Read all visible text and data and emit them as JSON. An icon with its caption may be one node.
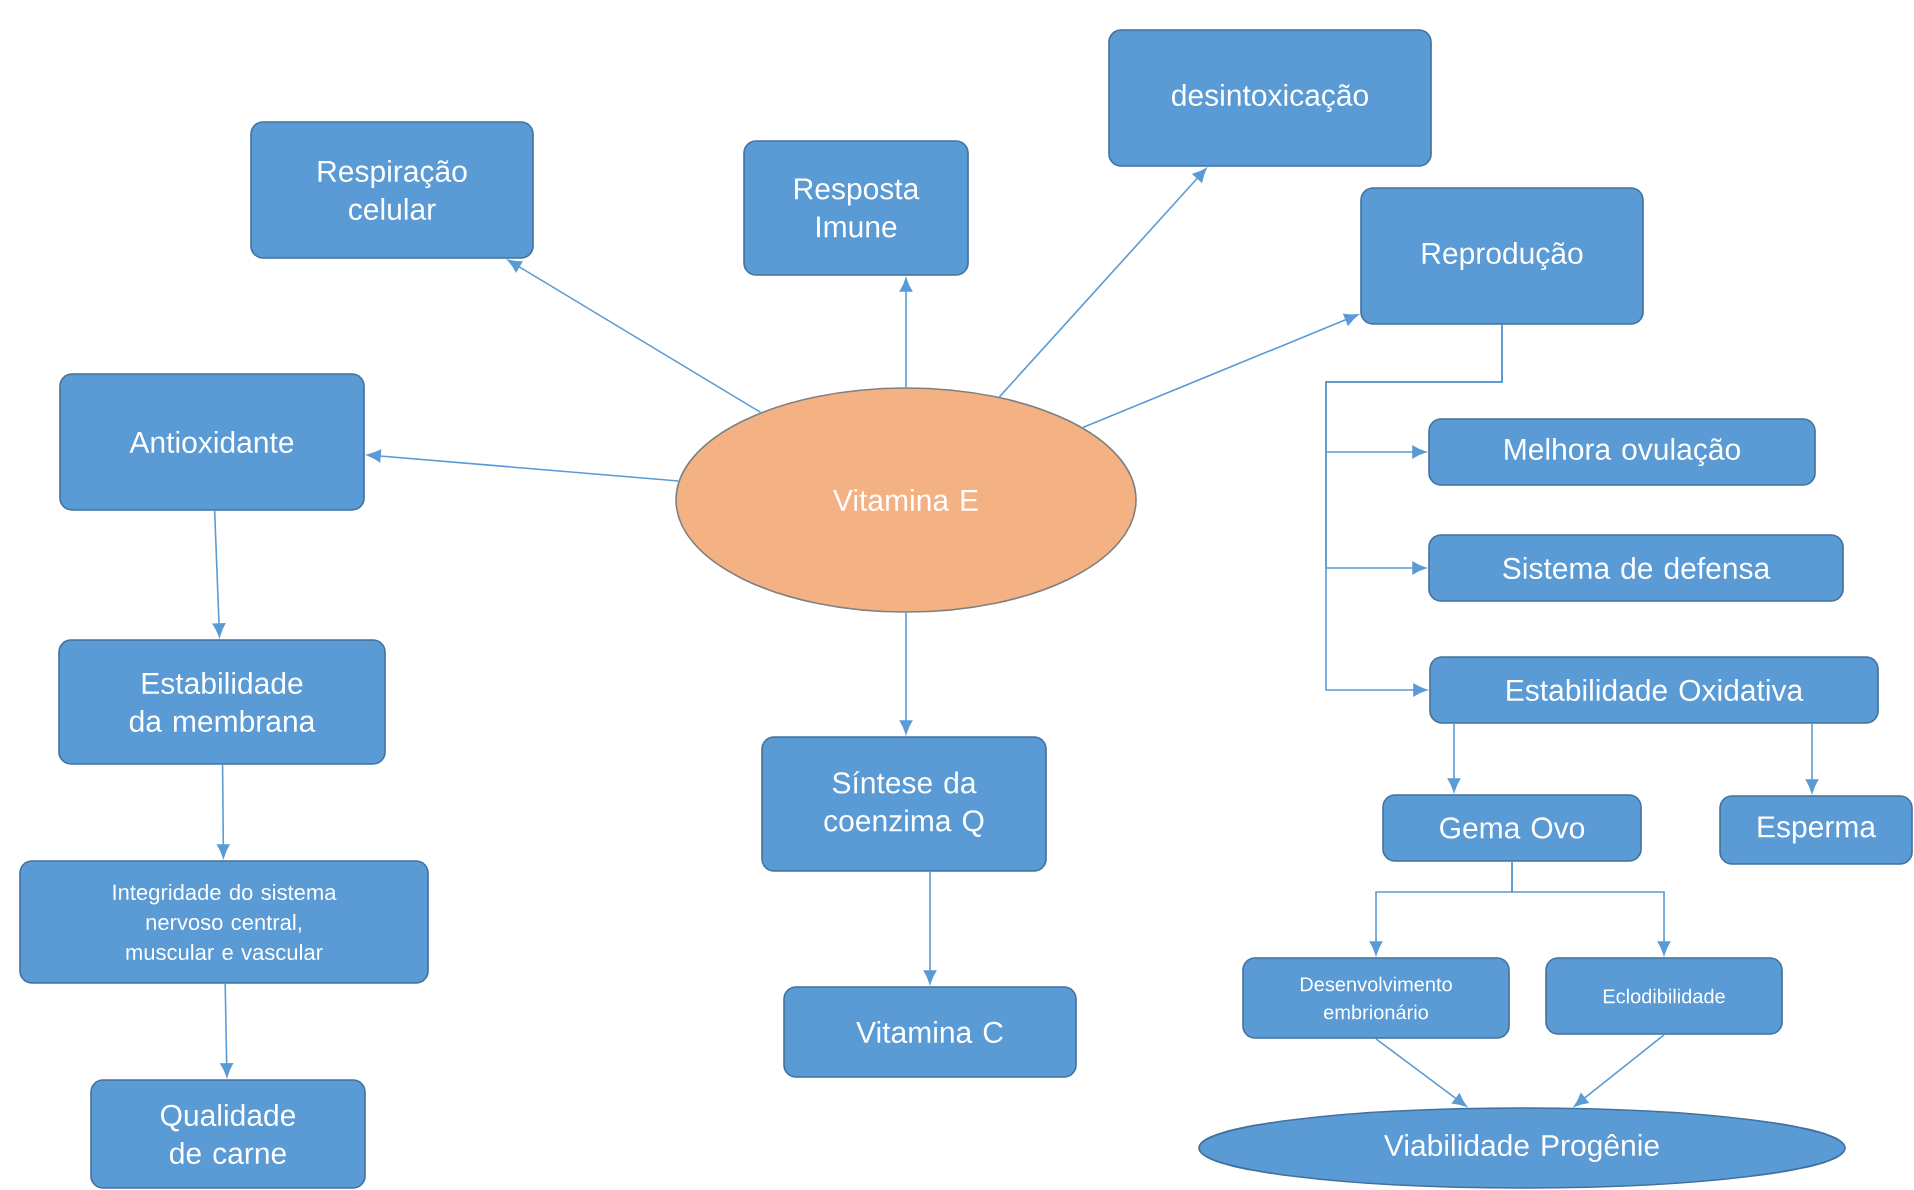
{
  "diagram": {
    "nodes": [
      {
        "text": [
          "Vitamina E"
        ]
      },
      {
        "text": [
          "Respiração celular"
        ]
      },
      {
        "text": [
          "Resposta Imune"
        ]
      },
      {
        "text": [
          "desintoxicação"
        ]
      },
      {
        "text": [
          "Reprodução"
        ]
      },
      {
        "text": [
          "Antioxidante"
        ]
      },
      {
        "text": [
          "Estabilidade da membrana"
        ]
      },
      {
        "text": [
          "Integridade do sistema nervoso central, muscular e vascular"
        ]
      },
      {
        "text": [
          "Qualidade de carne"
        ]
      },
      {
        "text": [
          "Síntese da coenzima Q"
        ]
      },
      {
        "text": [
          "Vitamina C"
        ]
      },
      {
        "text": [
          "Melhora ovulação"
        ]
      },
      {
        "text": [
          "Sistema de defensa"
        ]
      },
      {
        "text": [
          "Estabilidade Oxidativa"
        ]
      },
      {
        "text": [
          "Gema Ovo"
        ]
      },
      {
        "text": [
          "Esperma"
        ]
      },
      {
        "text": [
          "Desenvolvimento embrionário"
        ]
      },
      {
        "text": [
          "Eclodibilidade"
        ]
      },
      {
        "text": [
          "Viabilidade Progênie"
        ]
      }
    ],
    "edges": [
      {
        "from": 0,
        "to": 1,
        "arrow": "to"
      },
      {
        "from": 0,
        "to": 2,
        "arrow": "to"
      },
      {
        "from": 0,
        "to": 3,
        "arrow": "to"
      },
      {
        "from": 0,
        "to": 4,
        "arrow": "to"
      },
      {
        "from": 0,
        "to": 5,
        "arrow": "to"
      },
      {
        "from": 0,
        "to": 9,
        "arrow": "to"
      },
      {
        "from": 9,
        "to": 10,
        "arrow": "to"
      },
      {
        "from": 5,
        "to": 6,
        "arrow": "to"
      },
      {
        "from": 6,
        "to": 7,
        "arrow": "to"
      },
      {
        "from": 7,
        "to": 8,
        "arrow": "to"
      },
      {
        "from": 4,
        "to": 11,
        "arrow": "to"
      },
      {
        "from": 4,
        "to": 12,
        "arrow": "to"
      },
      {
        "from": 4,
        "to": 13,
        "arrow": "to"
      },
      {
        "from": 13,
        "to": 14,
        "arrow": "to"
      },
      {
        "from": 13,
        "to": 15,
        "arrow": "to"
      },
      {
        "from": 14,
        "to": 16,
        "arrow": "to"
      },
      {
        "from": 14,
        "to": 17,
        "arrow": "to"
      },
      {
        "from": 16,
        "to": 18,
        "arrow": "to"
      },
      {
        "from": 17,
        "to": 18,
        "arrow": "to"
      }
    ]
  }
}
